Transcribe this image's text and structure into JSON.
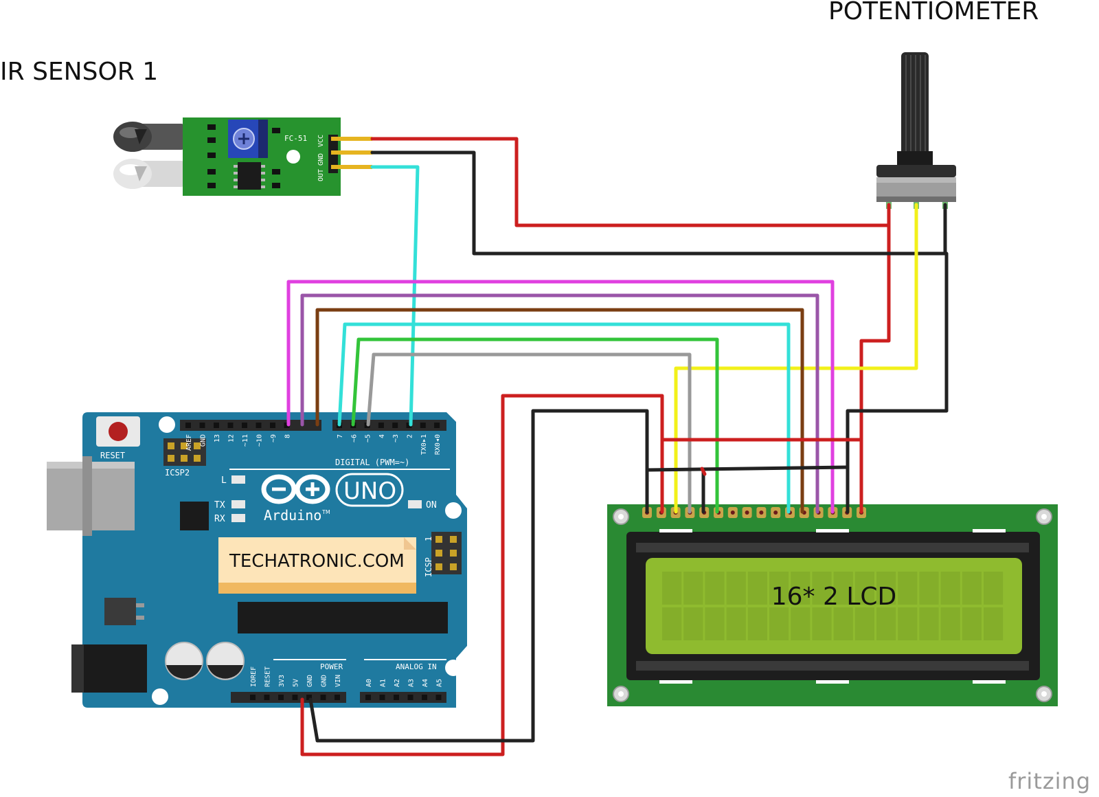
{
  "labels": {
    "ir_sensor": "IR SENSOR 1",
    "potentiometer": "POTENTIOMETER",
    "lcd": "16* 2 LCD",
    "brand_sticker": "TECHATRONIC.COM",
    "watermark": "fritzing"
  },
  "ir_module": {
    "model": "FC-51",
    "pins": [
      "VCC",
      "GND",
      "OUT"
    ]
  },
  "arduino": {
    "board_name": "UNO",
    "brand": "Arduino",
    "trademark": "TM",
    "reset_label": "RESET",
    "icsp2_label": "ICSP2",
    "icsp_label": "ICSP",
    "icsp_pin1": "1",
    "led_labels": [
      "L",
      "TX",
      "RX",
      "ON"
    ],
    "digital_header_label": "DIGITAL (PWM=~)",
    "digital_pins": [
      "AREF",
      "GND",
      "13",
      "12",
      "~11",
      "~10",
      "~9",
      "8",
      "7",
      "~6",
      "~5",
      "4",
      "~3",
      "2",
      "TX0▸1",
      "RX0◂0"
    ],
    "power_header_label": "POWER",
    "power_pins": [
      "IOREF",
      "RESET",
      "3V3",
      "5V",
      "GND",
      "GND",
      "VIN"
    ],
    "analog_header_label": "ANALOG IN",
    "analog_pins": [
      "A0",
      "A1",
      "A2",
      "A3",
      "A4",
      "A5"
    ]
  },
  "colors": {
    "arduino_board": "#1f7aa0",
    "ir_pcb": "#27932e",
    "lcd_pcb": "#2a8a33",
    "lcd_screen": "#8fbb2f",
    "wire_red": "#cc1f1f",
    "wire_black": "#222222",
    "wire_cyan": "#33e0d8",
    "wire_magenta": "#e040e0",
    "wire_purple": "#9a55a8",
    "wire_brown": "#7a3e12",
    "wire_green": "#33c43a",
    "wire_gray": "#999999",
    "wire_yellow": "#f2f01a"
  }
}
